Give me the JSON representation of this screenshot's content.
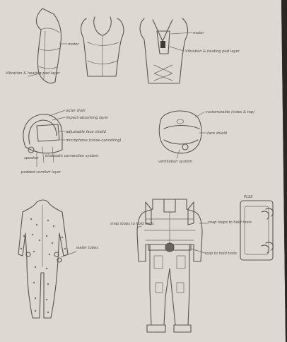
{
  "colors": {
    "paper": "#ddd9d2",
    "ink": "#5a554f",
    "edge": "#2a2723"
  },
  "torso_sketch": {
    "side_motor": "motor",
    "side_vibration": "Vibration & heating pad layer",
    "back_motor": "motor",
    "back_vibration": "Vibration & heating pad layer"
  },
  "helmet_sketch": {
    "outer_shell": "outer shell",
    "impact": "impact-absorbing layer",
    "face_shield": "adjustable face shield",
    "microphone": "microphone (noise-cancelling)",
    "speaker": "speaker",
    "bluetooth": "bluetooth connection system",
    "padded": "padded comfort layer"
  },
  "helmet_front_sketch": {
    "customizable": "customizable (sides & top)",
    "face_shield": "face shield",
    "ventilation": "ventilation system"
  },
  "undersuit_sketch": {
    "water_tubes": "water tubes"
  },
  "outer_suit_sketch": {
    "snap_left": "snap loops to hold tools",
    "snap_right": "snap loops to hold tools",
    "loop_tools": "loop to hold tools"
  },
  "plss_sketch": {
    "title": "PLSS"
  }
}
